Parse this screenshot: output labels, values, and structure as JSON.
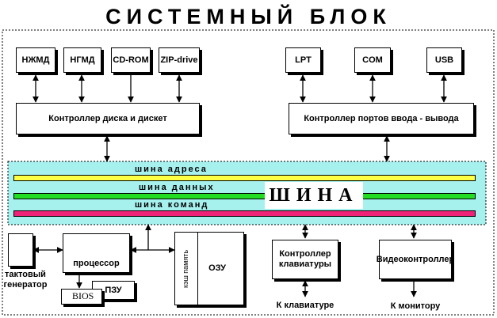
{
  "title": "СИСТЕМНЫЙ БЛОК",
  "drives": [
    "НЖМД",
    "НГМД",
    "CD-ROM",
    "ZIP-drive"
  ],
  "ports": [
    "LPT",
    "COM",
    "USB"
  ],
  "disk_controller": "Контроллер диска и дискет",
  "port_controller": "Контроллер портов ввода - вывода",
  "bus": {
    "label": "ШИНА",
    "address": "шина адреса",
    "data": "шина данных",
    "command": "шина команд"
  },
  "components": {
    "clock_line1": "тактовый",
    "clock_line2": "генератор",
    "processor": "процессор",
    "bios": "BIOS",
    "rom": "ПЗУ",
    "cache": "кэш память",
    "ram": "ОЗУ",
    "keyboard_ctrl_line1": "Контроллер",
    "keyboard_ctrl_line2": "клавиатуры",
    "video_ctrl": "Видеоконтроллер",
    "to_keyboard": "К клавиатуре",
    "to_monitor": "К монитору"
  },
  "colors": {
    "bus_background": "#a6f0ee",
    "address_bus": "#ffff44",
    "data_bus": "#22dd22",
    "command_bus": "#ee2277"
  }
}
